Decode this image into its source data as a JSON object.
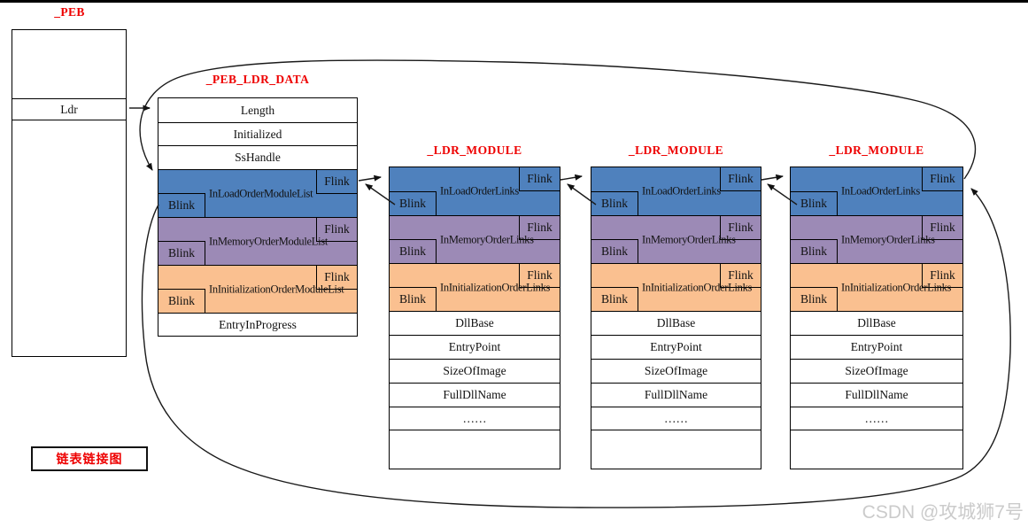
{
  "peb": {
    "title": "_PEB",
    "ldr_label": "Ldr"
  },
  "ldr_data": {
    "title": "_PEB_LDR_DATA",
    "rows_top": [
      "Length",
      "Initialized",
      "SsHandle"
    ],
    "links": [
      {
        "name": "InLoadOrderModuleList",
        "flink": "Flink",
        "blink": "Blink"
      },
      {
        "name": "InMemoryOrderModuleList",
        "flink": "Flink",
        "blink": "Blink"
      },
      {
        "name": "InInitializationOrderModuleList",
        "flink": "Flink",
        "blink": "Blink"
      }
    ],
    "row_bottom": "EntryInProgress"
  },
  "modules": [
    {
      "title": "_LDR_MODULE",
      "links": [
        {
          "name": "InLoadOrderLinks",
          "flink": "Flink",
          "blink": "Blink"
        },
        {
          "name": "InMemoryOrderLinks",
          "flink": "Flink",
          "blink": "Blink"
        },
        {
          "name": "InInitializationOrderLinks",
          "flink": "Flink",
          "blink": "Blink"
        }
      ],
      "rows": [
        "DllBase",
        "EntryPoint",
        "SizeOfImage",
        "FullDllName",
        "……"
      ]
    },
    {
      "title": "_LDR_MODULE",
      "links": [
        {
          "name": "InLoadOrderLinks",
          "flink": "Flink",
          "blink": "Blink"
        },
        {
          "name": "InMemoryOrderLinks",
          "flink": "Flink",
          "blink": "Blink"
        },
        {
          "name": "InInitializationOrderLinks",
          "flink": "Flink",
          "blink": "Blink"
        }
      ],
      "rows": [
        "DllBase",
        "EntryPoint",
        "SizeOfImage",
        "FullDllName",
        "……"
      ]
    },
    {
      "title": "_LDR_MODULE",
      "links": [
        {
          "name": "InLoadOrderLinks",
          "flink": "Flink",
          "blink": "Blink"
        },
        {
          "name": "InMemoryOrderLinks",
          "flink": "Flink",
          "blink": "Blink"
        },
        {
          "name": "InInitializationOrderLinks",
          "flink": "Flink",
          "blink": "Blink"
        }
      ],
      "rows": [
        "DllBase",
        "EntryPoint",
        "SizeOfImage",
        "FullDllName",
        "……"
      ]
    }
  ],
  "legend": {
    "label": "链表链接图"
  },
  "watermark": {
    "text": "CSDN @攻城狮7号"
  },
  "colors": {
    "load": "#4F81BD",
    "memory": "#9C8AB6",
    "init": "#FAC090",
    "red": "#EE0000",
    "watermark": "#CBCBCB"
  }
}
